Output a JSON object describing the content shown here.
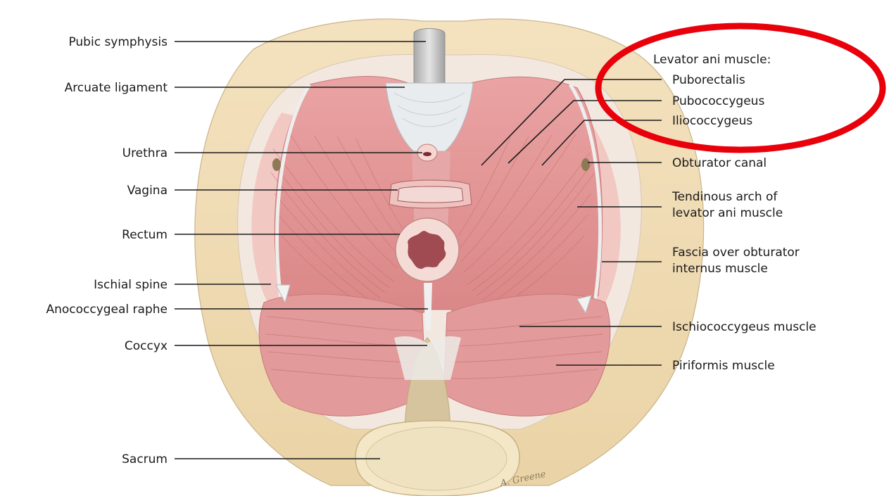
{
  "figure": {
    "labels_left": [
      {
        "id": "pubic-symphysis",
        "text": "Pubic symphysis"
      },
      {
        "id": "arcuate-ligament",
        "text": "Arcuate ligament"
      },
      {
        "id": "urethra",
        "text": "Urethra"
      },
      {
        "id": "vagina",
        "text": "Vagina"
      },
      {
        "id": "rectum",
        "text": "Rectum"
      },
      {
        "id": "ischial-spine",
        "text": "Ischial spine"
      },
      {
        "id": "anococcygeal-raphe",
        "text": "Anococcygeal raphe"
      },
      {
        "id": "coccyx",
        "text": "Coccyx"
      },
      {
        "id": "sacrum",
        "text": "Sacrum"
      }
    ],
    "levator_heading": "Levator ani muscle:",
    "labels_right": [
      {
        "id": "puborectalis",
        "text": "Puborectalis"
      },
      {
        "id": "pubococcygeus",
        "text": "Pubococcygeus"
      },
      {
        "id": "iliococcygeus",
        "text": "Iliococcygeus"
      },
      {
        "id": "obturator-canal",
        "text": "Obturator canal"
      },
      {
        "id": "tendinous-arch",
        "lines": [
          "Tendinous arch of",
          "levator ani muscle"
        ]
      },
      {
        "id": "fascia-obturator",
        "lines": [
          "Fascia over obturator",
          "internus muscle"
        ]
      },
      {
        "id": "ischiococcygeus",
        "text": "Ischiococcygeus muscle"
      },
      {
        "id": "piriformis",
        "text": "Piriformis muscle"
      }
    ],
    "signature": "A. Greene",
    "highlight_color": "#e8000b"
  }
}
